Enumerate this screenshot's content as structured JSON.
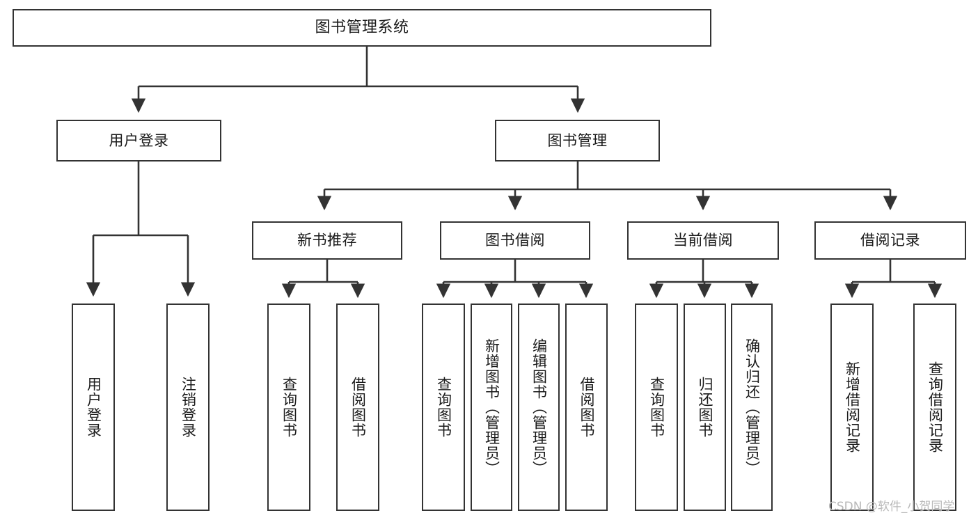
{
  "diagram": {
    "title": "图书管理系统",
    "type": "tree-hierarchy-diagram",
    "watermark": "CSDN @软件_小贺同学",
    "colors": {
      "stroke": "#333333",
      "fill": "#ffffff",
      "text": "#1a1a1a",
      "watermark": "#b9b9b9"
    },
    "nodes": {
      "root": {
        "label": "图书管理系统",
        "level": 1
      },
      "user_login": {
        "label": "用户登录",
        "level": 2
      },
      "book_manage": {
        "label": "图书管理",
        "level": 2
      },
      "new_book_rec": {
        "label": "新书推荐",
        "level": 3
      },
      "book_borrow": {
        "label": "图书借阅",
        "level": 3
      },
      "current_borrow": {
        "label": "当前借阅",
        "level": 3
      },
      "borrow_record": {
        "label": "借阅记录",
        "level": 3
      },
      "leaf_user_login": {
        "label": "用户登录",
        "level": 4
      },
      "leaf_logout": {
        "label": "注销登录",
        "level": 4
      },
      "leaf_query_book_1": {
        "label": "查询图书",
        "level": 4
      },
      "leaf_borrow_book_1": {
        "label": "借阅图书",
        "level": 4
      },
      "leaf_query_book_2": {
        "label": "查询图书",
        "level": 4
      },
      "leaf_add_book": {
        "label": "新增图书（管理员）",
        "level": 4
      },
      "leaf_edit_book": {
        "label": "编辑图书（管理员）",
        "level": 4
      },
      "leaf_borrow_book_2": {
        "label": "借阅图书",
        "level": 4
      },
      "leaf_query_book_3": {
        "label": "查询图书",
        "level": 4
      },
      "leaf_return_book": {
        "label": "归还图书",
        "level": 4
      },
      "leaf_confirm_return": {
        "label": "确认归还（管理员）",
        "level": 4
      },
      "leaf_add_record": {
        "label": "新增借阅记录",
        "level": 4
      },
      "leaf_query_record": {
        "label": "查询借阅记录",
        "level": 4
      }
    },
    "edges": [
      {
        "from": "root",
        "to": "user_login"
      },
      {
        "from": "root",
        "to": "book_manage"
      },
      {
        "from": "user_login",
        "to": "leaf_user_login"
      },
      {
        "from": "user_login",
        "to": "leaf_logout"
      },
      {
        "from": "book_manage",
        "to": "new_book_rec"
      },
      {
        "from": "book_manage",
        "to": "book_borrow"
      },
      {
        "from": "book_manage",
        "to": "current_borrow"
      },
      {
        "from": "book_manage",
        "to": "borrow_record"
      },
      {
        "from": "new_book_rec",
        "to": "leaf_query_book_1"
      },
      {
        "from": "new_book_rec",
        "to": "leaf_borrow_book_1"
      },
      {
        "from": "book_borrow",
        "to": "leaf_query_book_2"
      },
      {
        "from": "book_borrow",
        "to": "leaf_add_book"
      },
      {
        "from": "book_borrow",
        "to": "leaf_edit_book"
      },
      {
        "from": "book_borrow",
        "to": "leaf_borrow_book_2"
      },
      {
        "from": "current_borrow",
        "to": "leaf_query_book_3"
      },
      {
        "from": "current_borrow",
        "to": "leaf_return_book"
      },
      {
        "from": "current_borrow",
        "to": "leaf_confirm_return"
      },
      {
        "from": "borrow_record",
        "to": "leaf_add_record"
      },
      {
        "from": "borrow_record",
        "to": "leaf_query_record"
      }
    ]
  }
}
